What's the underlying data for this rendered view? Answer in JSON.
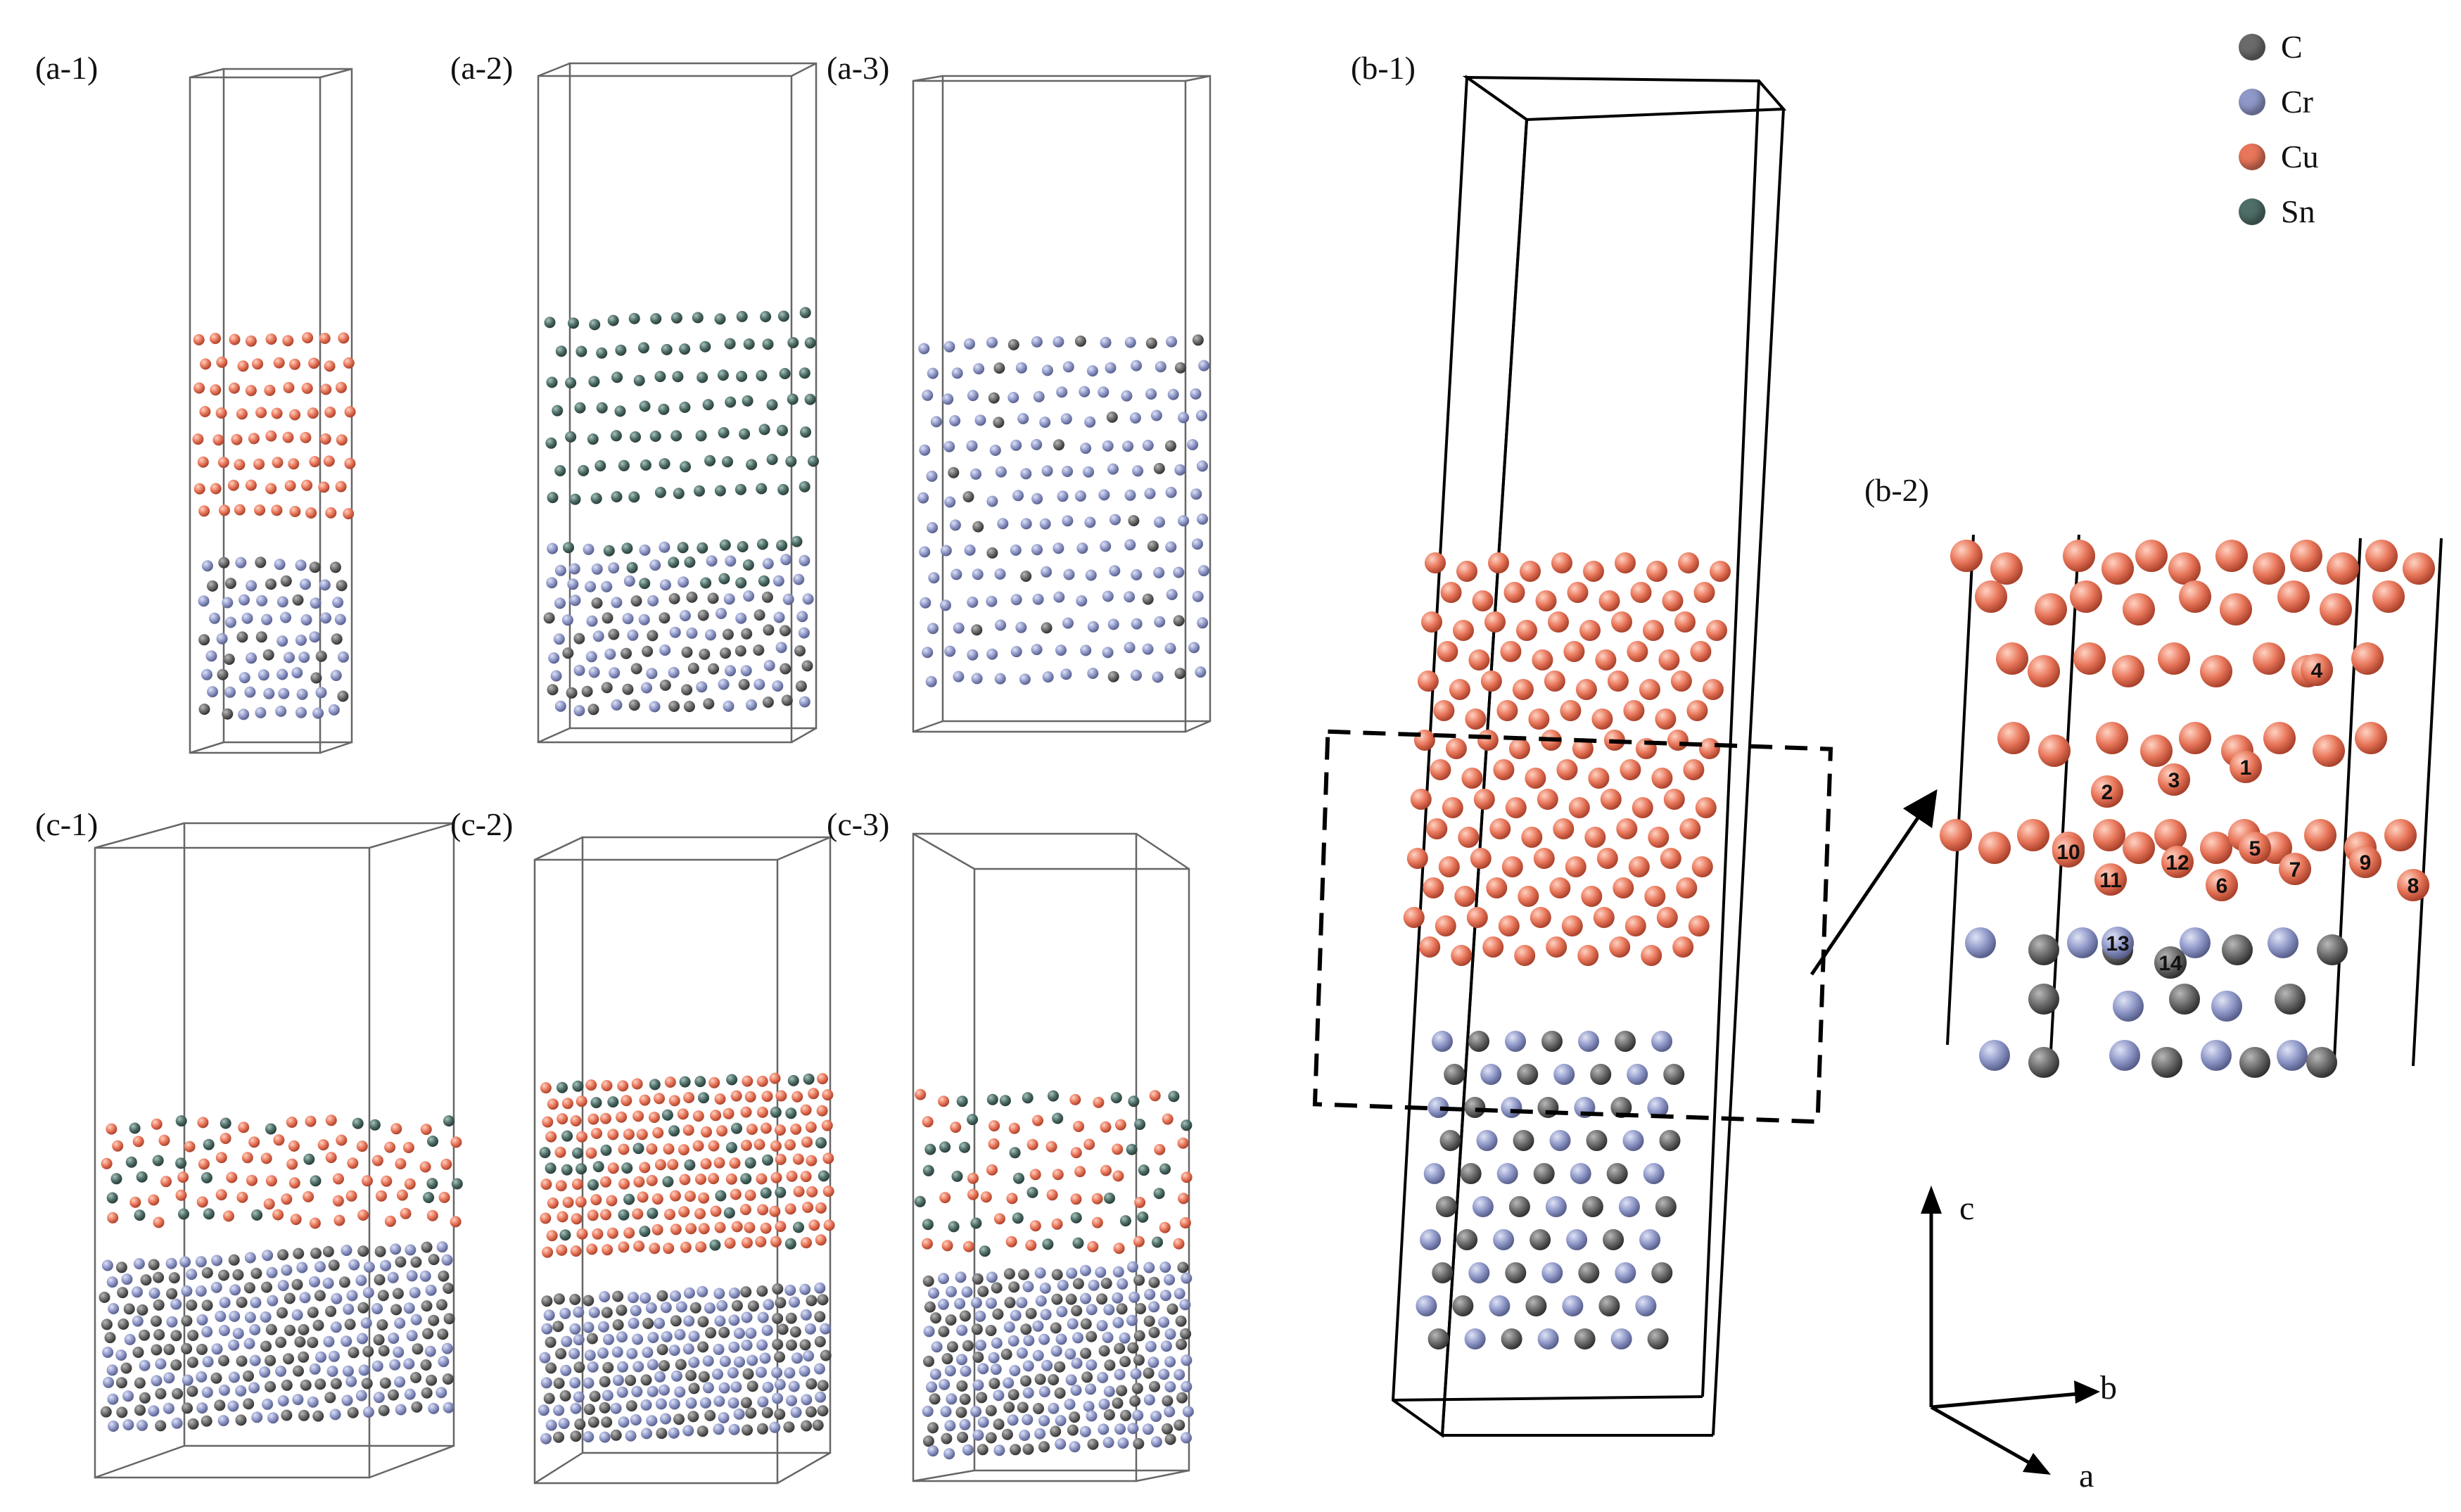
{
  "panels": {
    "a1": "(a-1)",
    "a2": "(a-2)",
    "a3": "(a-3)",
    "b1": "(b-1)",
    "b2": "(b-2)",
    "c1": "(c-1)",
    "c2": "(c-2)",
    "c3": "(c-3)"
  },
  "legend": [
    {
      "label": "C",
      "color": "#6b6b6b"
    },
    {
      "label": "Cr",
      "color": "#8f98c8"
    },
    {
      "label": "Cu",
      "color": "#e8765a"
    },
    {
      "label": "Sn",
      "color": "#4f6e68"
    }
  ],
  "axes": {
    "c": "c",
    "b": "b",
    "a": "a"
  },
  "atom_numbers": [
    "1",
    "2",
    "3",
    "4",
    "5",
    "6",
    "7",
    "8",
    "9",
    "10",
    "11",
    "12",
    "13",
    "14"
  ]
}
